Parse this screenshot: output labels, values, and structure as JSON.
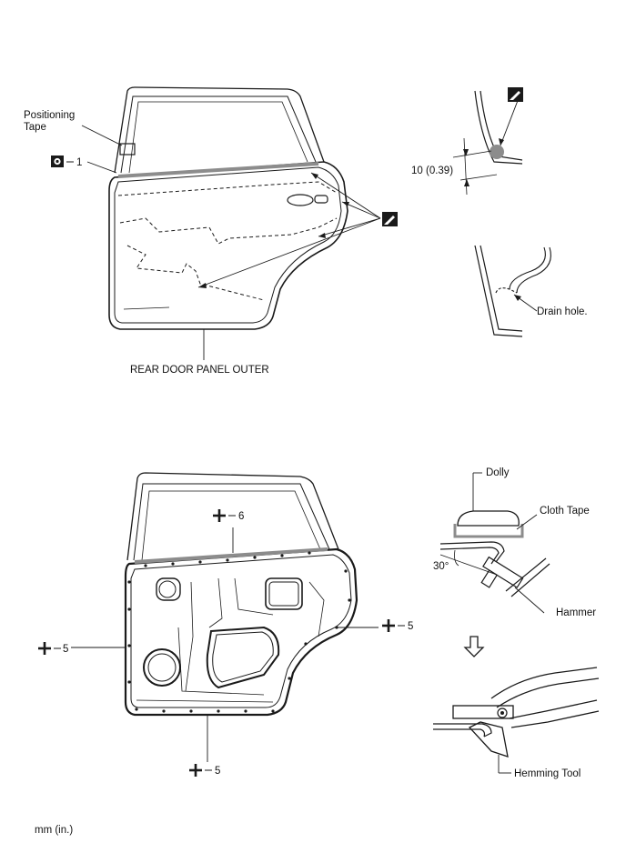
{
  "labels": {
    "positioning_line1": "Positioning",
    "positioning_line2": "Tape",
    "step_1": "1",
    "rear_door_panel_outer": "REAR DOOR PANEL OUTER",
    "dimension_10": "10 (0.39)",
    "drain_hole": "Drain hole.",
    "step_6": "6",
    "step_5_right": "5",
    "step_5_left": "5",
    "step_5_bottom": "5",
    "dolly": "Dolly",
    "cloth_tape": "Cloth Tape",
    "angle_30": "30°",
    "hammer": "Hammer",
    "hemming_tool": "Hemming Tool",
    "units": "mm (in.)"
  },
  "icons": {
    "remove_install": "remove-install-icon",
    "adhesive": "adhesive-brush-icon",
    "weld": "weld-plus-icon",
    "arrow": "down-outline-arrow-icon"
  },
  "colors": {
    "line": "#1a1a1a",
    "seal_gray": "#8c8c8c",
    "light_gray": "#bdbdbd"
  }
}
